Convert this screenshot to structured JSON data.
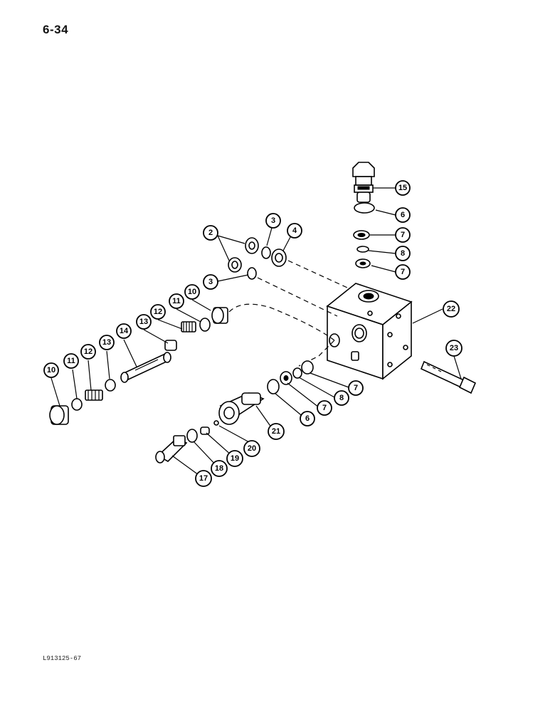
{
  "page_number": "6-34",
  "figure_code": "L913125-67",
  "callouts": [
    {
      "label": "2"
    },
    {
      "label": "3"
    },
    {
      "label": "4"
    },
    {
      "label": "3"
    },
    {
      "label": "15"
    },
    {
      "label": "6"
    },
    {
      "label": "7"
    },
    {
      "label": "8"
    },
    {
      "label": "7"
    },
    {
      "label": "22"
    },
    {
      "label": "10"
    },
    {
      "label": "11"
    },
    {
      "label": "12"
    },
    {
      "label": "13"
    },
    {
      "label": "14"
    },
    {
      "label": "13"
    },
    {
      "label": "12"
    },
    {
      "label": "11"
    },
    {
      "label": "10"
    },
    {
      "label": "23"
    },
    {
      "label": "7"
    },
    {
      "label": "8"
    },
    {
      "label": "7"
    },
    {
      "label": "6"
    },
    {
      "label": "21"
    },
    {
      "label": "20"
    },
    {
      "label": "19"
    },
    {
      "label": "18"
    },
    {
      "label": "17"
    }
  ]
}
